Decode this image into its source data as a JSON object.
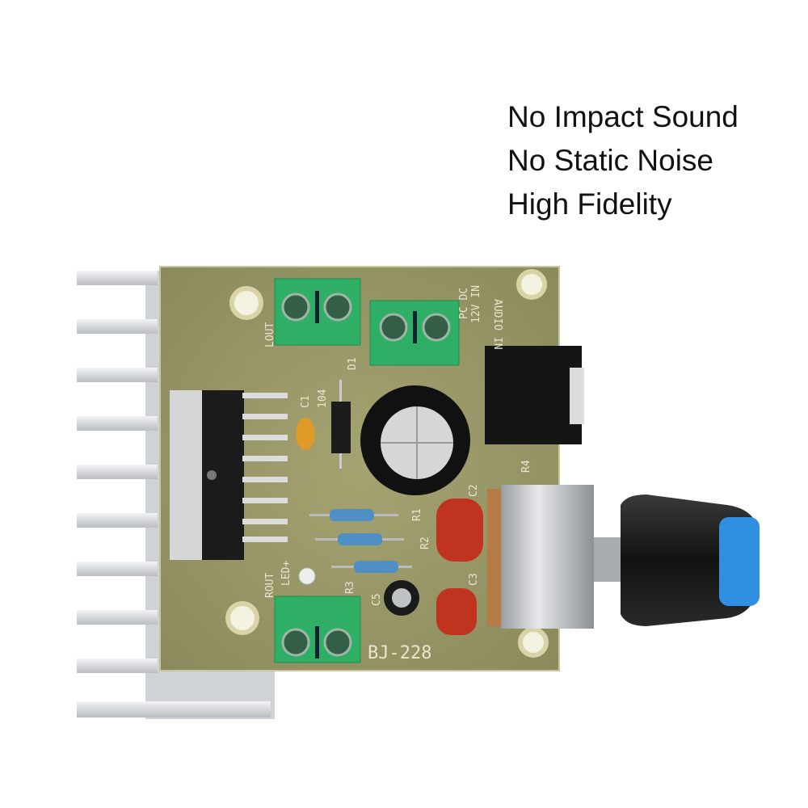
{
  "features": [
    "No Impact Sound",
    "No Static Noise",
    "High Fidelity"
  ],
  "board": {
    "model": "BJ-228",
    "labels": {
      "lout": "LOUT",
      "rout": "ROUT",
      "d1": "D1",
      "c1": "C1",
      "c1_value": "104",
      "power": "PC DC",
      "power_voltage": "12V IN",
      "audio_in": "AUDIO IN",
      "r1": "R1",
      "r2": "R2",
      "r3": "R3",
      "r4": "R4",
      "c2": "C2",
      "c3": "C3",
      "c5": "C5",
      "led": "LED+"
    }
  },
  "colors": {
    "pcb": "#9b9a68",
    "terminal": "#2fae66",
    "knob_tip": "#2f8fe0",
    "heatsink": "#d9dcdf"
  }
}
